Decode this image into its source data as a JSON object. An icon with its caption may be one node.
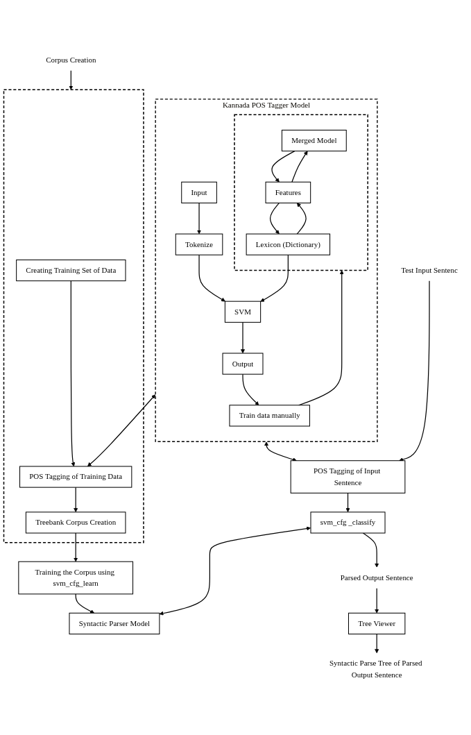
{
  "diagram": {
    "nodes": [
      {
        "text": [
          "Corpus Creation"
        ]
      },
      {
        "text": [
          "Kannada POS Tagger Model"
        ]
      },
      {
        "text": [
          "Input"
        ],
        "in": 1
      },
      {
        "text": [
          "Tokenize"
        ],
        "in": 1
      },
      {
        "text": [
          "SVM"
        ],
        "in": 1
      },
      {
        "text": [
          "Output"
        ],
        "in": 1
      },
      {
        "text": [],
        "shape": "box",
        "in": 1
      },
      {
        "text": [
          "Merged Model"
        ],
        "in": 6
      },
      {
        "text": [
          "Features"
        ],
        "in": 6
      },
      {
        "text": [
          "Lexicon (Dictionary)"
        ],
        "in": 6
      },
      {
        "text": [
          "Train data manually"
        ],
        "in": 1
      },
      {
        "text": [],
        "shape": "box"
      },
      {
        "text": [
          "Creating Training Set of Data"
        ],
        "in": 11
      },
      {
        "text": [
          "POS Tagging of Training Data"
        ],
        "in": 11
      },
      {
        "text": [
          "Treebank Corpus Creation"
        ],
        "in": 11
      },
      {
        "text": [
          "Training the Corpus using svm_cfg_learn"
        ]
      },
      {
        "text": [
          "Test Input Sentenc"
        ]
      },
      {
        "text": [
          "POS Tagging of Input Sentence"
        ]
      },
      {
        "text": [
          "svm_cfg _classify"
        ]
      },
      {
        "text": [
          "Syntactic Parser Model"
        ]
      },
      {
        "text": [
          "Parsed Output Sentence"
        ]
      },
      {
        "text": [
          "Tree Viewer"
        ]
      },
      {
        "text": [
          "Syntactic Parse Tree of Parsed Output Sentence"
        ]
      }
    ],
    "edges": [
      {
        "from": 0,
        "to": 11,
        "arrow": "to"
      },
      {
        "from": 2,
        "to": 3,
        "arrow": "to"
      },
      {
        "from": 3,
        "to": 4,
        "arrow": "to"
      },
      {
        "from": 4,
        "to": 5,
        "arrow": "to"
      },
      {
        "from": 5,
        "to": 10,
        "arrow": "to"
      },
      {
        "from": 10,
        "to": 6,
        "arrow": "to"
      },
      {
        "from": 7,
        "to": 8,
        "arrow": "to"
      },
      {
        "from": 8,
        "to": 7,
        "arrow": "to"
      },
      {
        "from": 8,
        "to": 9,
        "arrow": "to"
      },
      {
        "from": 9,
        "to": 8,
        "arrow": "to"
      },
      {
        "from": 9,
        "to": 4,
        "arrow": "to"
      },
      {
        "from": 1,
        "to": 13,
        "arrow": "both"
      },
      {
        "from": 12,
        "to": 13,
        "arrow": "to"
      },
      {
        "from": 13,
        "to": 14,
        "arrow": "to"
      },
      {
        "from": 14,
        "to": 15,
        "arrow": "to"
      },
      {
        "from": 15,
        "to": 19,
        "arrow": "to"
      },
      {
        "from": 1,
        "to": 17,
        "arrow": "both"
      },
      {
        "from": 16,
        "to": 17,
        "arrow": "to"
      },
      {
        "from": 17,
        "to": 18,
        "arrow": "to"
      },
      {
        "from": 18,
        "to": 19,
        "arrow": "both"
      },
      {
        "from": 18,
        "to": 20,
        "arrow": "to"
      },
      {
        "from": 20,
        "to": 21,
        "arrow": "to"
      },
      {
        "from": 21,
        "to": 22,
        "arrow": "to"
      }
    ]
  }
}
